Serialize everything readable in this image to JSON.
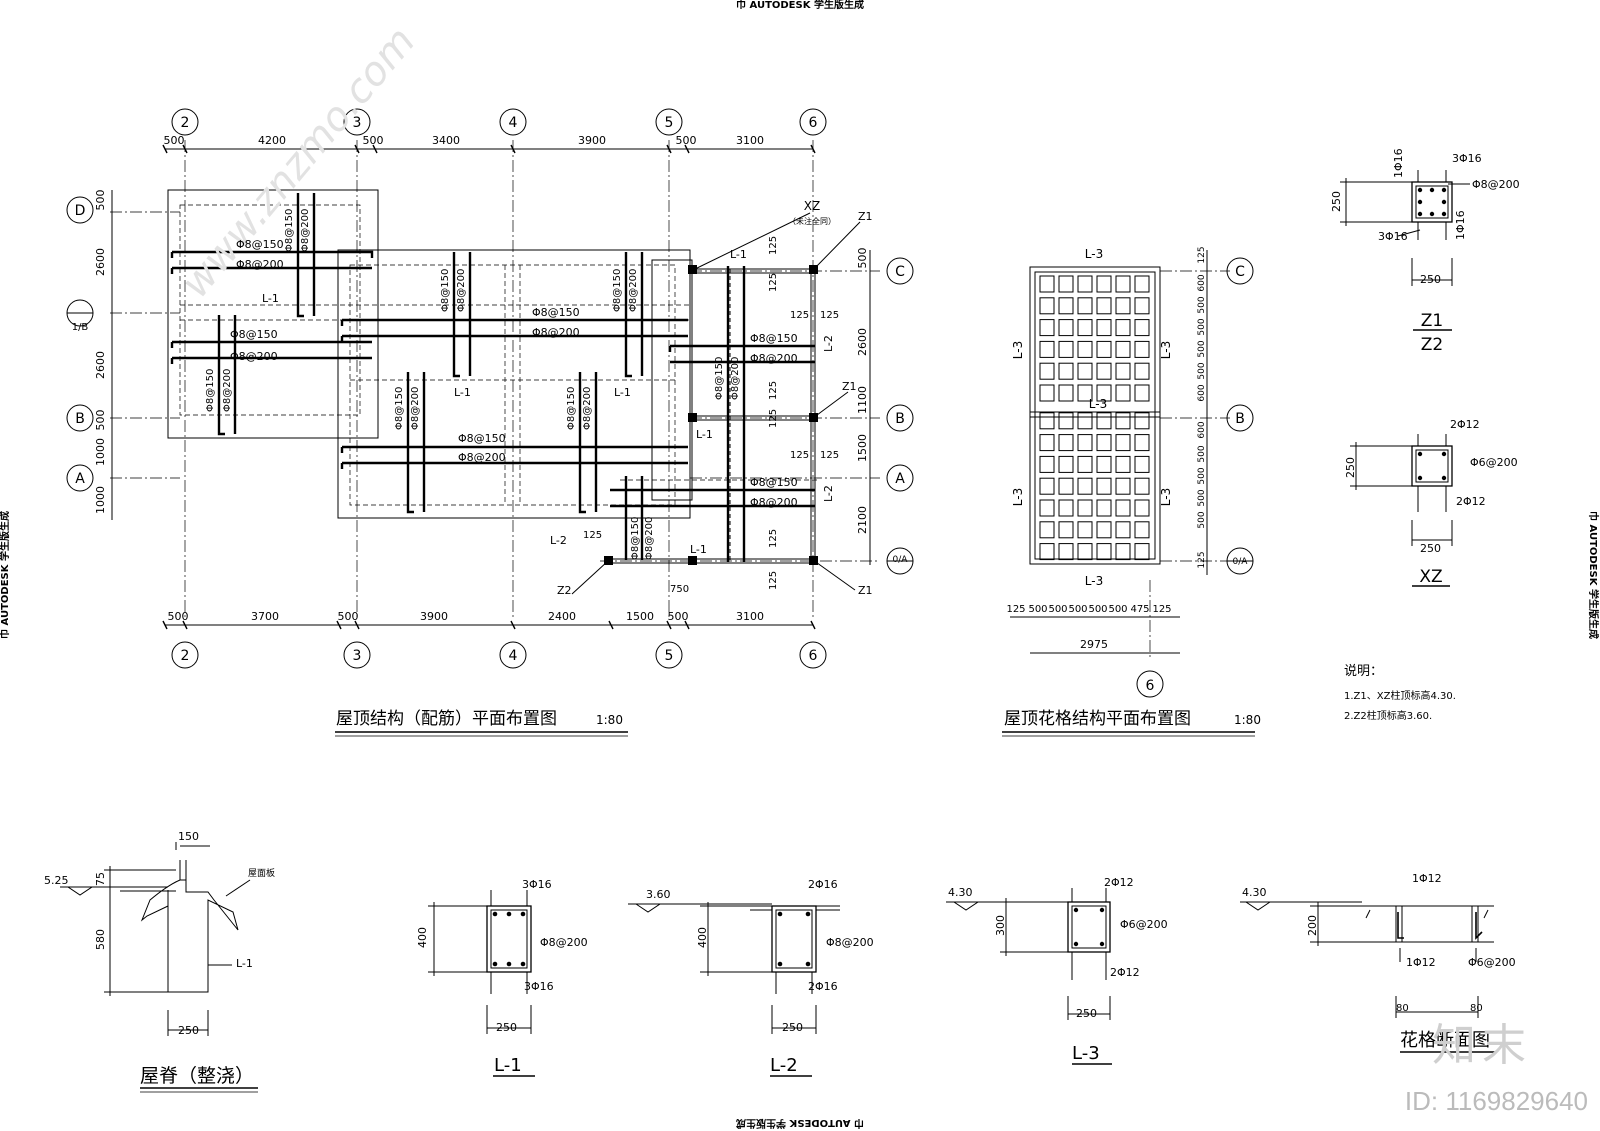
{
  "watermarks": {
    "top": "巾 AUTODESK 学生版生成",
    "left": "巾 AUTODESK 学生版生成",
    "right": "巾 AUTODESK 学生版生成",
    "bottom": "巾 AUTODESK 学生版生成",
    "site": "www.znzmo.com",
    "logo": "知末",
    "id": "ID: 1169829640"
  },
  "plan1": {
    "title": "屋顶结构（配筋）平面布置图",
    "scale": "1:80",
    "axes_top": [
      "2",
      "3",
      "4",
      "5",
      "6"
    ],
    "axes_bottom": [
      "2",
      "3",
      "4",
      "5",
      "6"
    ],
    "dims_top": [
      "500",
      "4200",
      "500",
      "3400",
      "3900",
      "500",
      "3100"
    ],
    "dims_bottom": [
      "500",
      "3700",
      "500",
      "3900",
      "2400",
      "1500",
      "500",
      "3100"
    ],
    "axes_left": [
      "D",
      "1/B",
      "B",
      "A"
    ],
    "dims_left": [
      "500",
      "2600",
      "2600",
      "500",
      "1000",
      "1000"
    ],
    "axes_right": [
      "C",
      "B",
      "A",
      "0/A"
    ],
    "dims_right": [
      "500",
      "2600",
      "1100",
      "1500",
      "2100"
    ],
    "labels": {
      "xz": "XZ",
      "xz_note": "（未注全同）",
      "z1a": "Z1",
      "z1b": "Z1",
      "z1c": "Z1",
      "z2": "Z2",
      "l1": "L-1",
      "l2": "L-2",
      "d125": "125",
      "d750": "750",
      "r150": "Φ8@150",
      "r200": "Φ8@200"
    }
  },
  "plan2": {
    "title": "屋顶花格结构平面布置图",
    "scale": "1:80",
    "axes_right": [
      "C",
      "B",
      "0/A"
    ],
    "axis_bottom": "6",
    "label_top": "L-3",
    "label_bottom": "L-3",
    "label_mid": "L-3",
    "dims_bottom": [
      "125",
      "500",
      "500",
      "500",
      "500",
      "500",
      "475",
      "125"
    ],
    "total": "2975",
    "dims_right": [
      "125",
      "600",
      "500",
      "500",
      "500",
      "500",
      "600",
      "600",
      "500",
      "500",
      "500",
      "500",
      "125"
    ]
  },
  "z1": {
    "name_top": "Z1",
    "name_bottom": "Z2",
    "top_bars": "3Φ16",
    "bottom_bars": "3Φ16",
    "stirrup": "Φ8@200",
    "side_a": "1Φ16",
    "side_b": "1Φ16",
    "height": "250",
    "width": "250"
  },
  "xz": {
    "name": "XZ",
    "top_bars": "2Φ12",
    "bottom_bars": "2Φ12",
    "stirrup": "Φ6@200",
    "height": "250",
    "width": "250"
  },
  "notes": {
    "heading": "说明：",
    "line1": "1.Z1、XZ柱顶标高4.30.",
    "line2": "2.Z2柱顶标高3.60."
  },
  "ridge": {
    "title": "屋脊（整浇）",
    "level": "5.25",
    "d150": "150",
    "d75": "75",
    "d580": "580",
    "d250": "250",
    "board": "屋面板",
    "beam": "L-1"
  },
  "l1": {
    "name": "L-1",
    "top": "3Φ16",
    "stirrup": "Φ8@200",
    "bottom": "3Φ16",
    "height": "400",
    "width": "250"
  },
  "l2": {
    "name": "L-2",
    "level": "3.60",
    "top": "2Φ16",
    "stirrup": "Φ8@200",
    "bottom": "2Φ16",
    "height": "400",
    "width": "250"
  },
  "l3": {
    "name": "L-3",
    "level": "4.30",
    "top": "2Φ12",
    "stirrup": "Φ6@200",
    "bottom": "2Φ12",
    "height": "300",
    "width": "250"
  },
  "lattice": {
    "name": "花格断面图",
    "level": "4.30",
    "top": "1Φ12",
    "bottom": "1Φ12",
    "stirrup": "Φ6@200",
    "height": "200",
    "d80a": "80",
    "d80b": "80"
  }
}
